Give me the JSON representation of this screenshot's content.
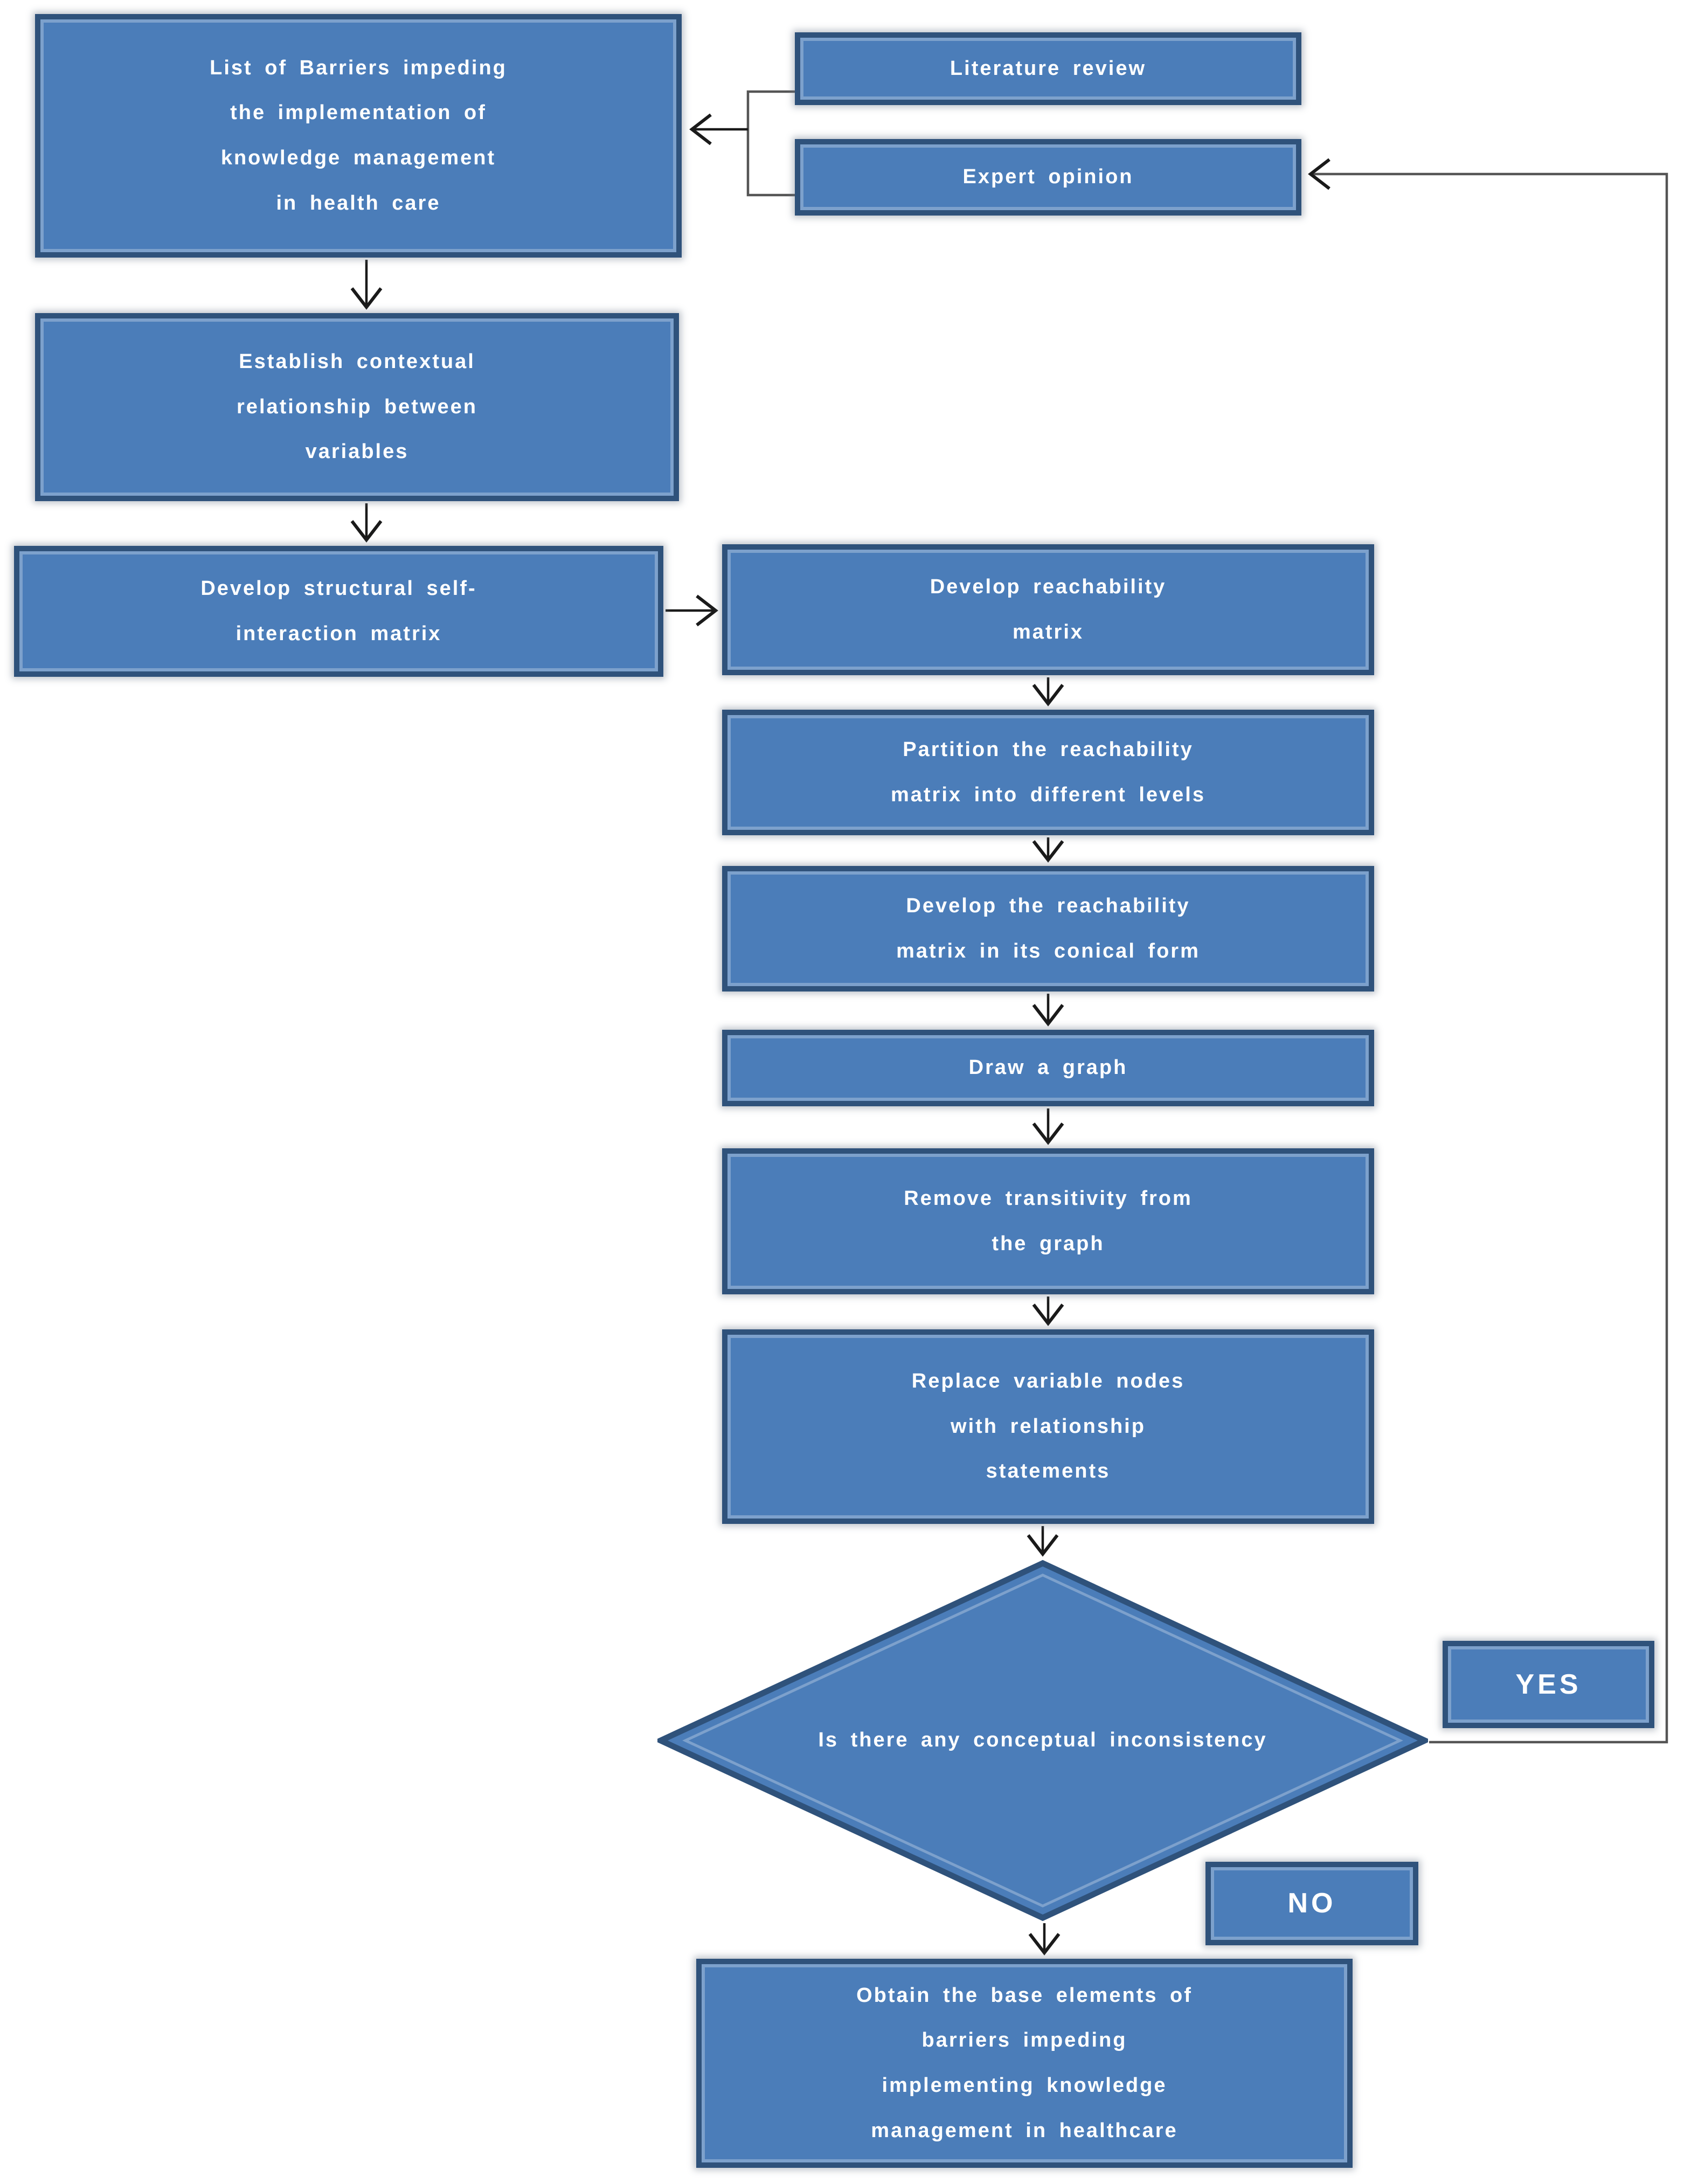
{
  "colors": {
    "node_fill": "#4b7db9",
    "node_border": "#2f527b",
    "node_text": "#ffffff",
    "connector": "#1a1a1a"
  },
  "nodes": {
    "barriers_list": {
      "label": "List of Barriers impeding\nthe implementation of\nknowledge management\nin health care"
    },
    "literature_review": {
      "label": "Literature review"
    },
    "expert_opinion": {
      "label": "Expert opinion"
    },
    "contextual_relationship": {
      "label": "Establish contextual\nrelationship between\nvariables"
    },
    "structural_self_interaction": {
      "label": "Develop structural self-\ninteraction matrix"
    },
    "reachability_matrix": {
      "label": "Develop reachability\nmatrix"
    },
    "partition_levels": {
      "label": "Partition the reachability\nmatrix into different levels"
    },
    "conical_form": {
      "label": "Develop the reachability\nmatrix in its conical form"
    },
    "draw_graph": {
      "label": "Draw a graph"
    },
    "remove_transitivity": {
      "label": "Remove transitivity from\nthe graph"
    },
    "replace_nodes": {
      "label": "Replace variable nodes\nwith relationship\nstatements"
    },
    "decision": {
      "label": "Is there any\nconceptual\ninconsistency"
    },
    "yes_tag": {
      "label": "YES"
    },
    "no_tag": {
      "label": "NO"
    },
    "obtain_base_elements": {
      "label": "Obtain the base elements of\nbarriers impeding\nimplementing knowledge\nmanagement in healthcare"
    }
  }
}
